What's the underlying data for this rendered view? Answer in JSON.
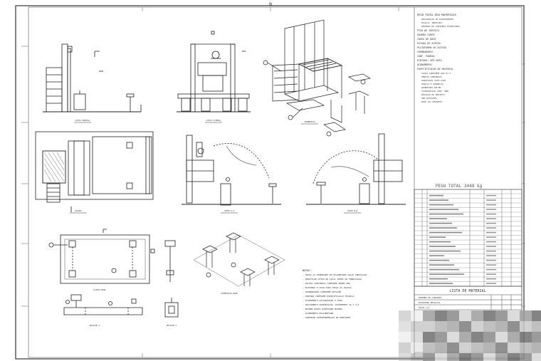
{
  "border": {
    "top_mark": "N"
  },
  "general_notes": {
    "lines": [
      "PESO TOTAL DOS MATERIAIS",
      "DESIGNACAO DO EQUIPAMENTO",
      "ESCALA: INDICADA",
      "DESENHO DE CONJUNTO ESTRUTURAL",
      "PISO DE SERVICO",
      "GUARDA CORPO",
      "CHAPA DE BASE",
      "ESCADA DE ACESSO",
      "PLATAFORMA DE ACESSO",
      "CHUMBADORES",
      "CONF. PADRAO",
      "PINTURA: VER NOTA",
      "ACABAMENTO",
      "ESPECIFICACAO DE MATERIAL",
      "SOLDA CONFORME AWS D1.1",
      "PERFIS LAMINADOS",
      "PARAFUSOS ASTM A325",
      "PORCAS E ARRUELAS",
      "DIMENSOES EM MM",
      "TOLERANCIAS CONF. NBR",
      "REVISAO DE PROJETO",
      "VER DETALHES",
      "PESO DO CONJUNTO"
    ]
  },
  "weight": {
    "label": "PESO TOTAL",
    "value": "3448 kg"
  },
  "bom_title": "LISTA DE MATERIAL",
  "notes": {
    "title": "NOTAS:",
    "lines": [
      "- TODAS AS DIMENSOES EM MILIMETROS SALVO INDICACAO",
      "- VERIFICAR COTAS NO LOCAL ANTES DA FABRICACAO",
      "- SOLDAS CONTINUAS CONFORME NORMA AWS",
      "- ELETRODO E-7018 PARA TODAS AS SOLDAS",
      "- CHUMBADORES CONFORME DETALHE",
      "- PINTURA CONFORME ESPECIFICACAO TECNICA",
      "- ACABAMENTO GALVANIZADO A FOGO",
      "- TRATAMENTO SUPERFICIAL JATEAMENTO SA 2 1/2",
      "- PRIMER EPOXI ESPESSURA MINIMA",
      "- ACABAMENTO POLIURETANO",
      "- CONFERIR INTERFERENCIAS NA MONTAGEM"
    ]
  },
  "view_labels": {
    "front": "VISTA FRONTAL",
    "side": "VISTA LATERAL",
    "iso": "ISOMETRICO",
    "plan": "PLANTA",
    "section_a": "CORTE A-A",
    "section_b": "CORTE B-B",
    "base_plan": "PLANTA BASE",
    "base_iso": "ISOMETRICO BASE",
    "detail_1": "DETALHE 1",
    "detail_2": "DETALHE 2"
  },
  "title_block": {
    "rows": [
      "DESENHO DE CONJUNTO",
      "ESTRUTURA METALICA",
      "FOLHA 1/1"
    ]
  },
  "colors": {
    "line": "#222222",
    "light": "#777777",
    "paper": "#ffffff"
  }
}
